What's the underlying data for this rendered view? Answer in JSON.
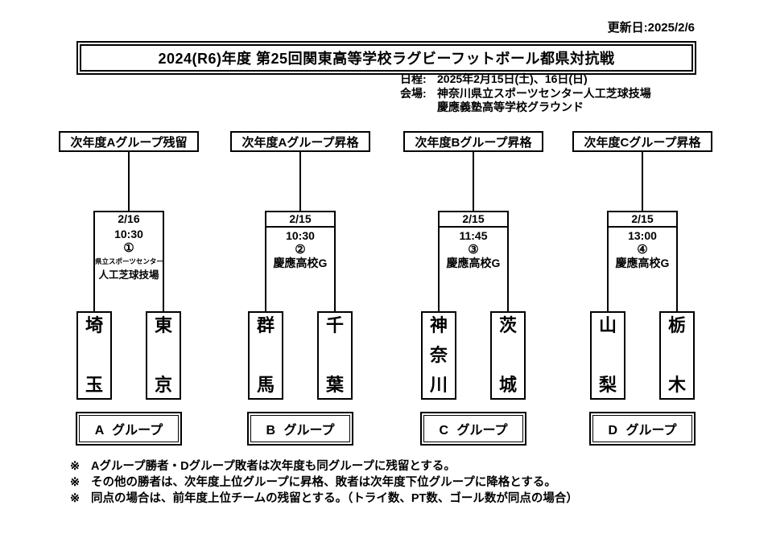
{
  "updated": "更新日:2025/2/6",
  "title": "2024(R6)年度 第25回関東高等学校ラグビーフットボール都県対抗戦",
  "info": {
    "schedule_label": "日程:",
    "schedule": "2025年2月15日(土)、16日(日)",
    "venue_label": "会場:",
    "venue_line1": "神奈川県立スポーツセンター人工芝球技場",
    "venue_line2": "慶應義塾高等学校グラウンド"
  },
  "brackets": [
    {
      "label": "次年度Aグループ残留",
      "date": "2/16",
      "time": "10:30",
      "match_no": "①",
      "venue_small": "県立スポーツセンター",
      "venue": "人工芝球技場",
      "team_left": "埼玉",
      "team_right": "東京",
      "group": "A グループ"
    },
    {
      "label": "次年度Aグループ昇格",
      "date": "2/15",
      "time": "10:30",
      "match_no": "②",
      "venue": "慶應高校G",
      "team_left": "群馬",
      "team_right": "千葉",
      "group": "B グループ"
    },
    {
      "label": "次年度Bグループ昇格",
      "date": "2/15",
      "time": "11:45",
      "match_no": "③",
      "venue": "慶應高校G",
      "team_left": "神奈川",
      "team_right": "茨城",
      "group": "C グループ"
    },
    {
      "label": "次年度Cグループ昇格",
      "date": "2/15",
      "time": "13:00",
      "match_no": "④",
      "venue": "慶應高校G",
      "team_left": "山梨",
      "team_right": "栃木",
      "group": "D グループ"
    }
  ],
  "notes": {
    "marker": "※",
    "items": [
      "Aグループ勝者・Dグループ敗者は次年度も同グループに残留とする。",
      "その他の勝者は、次年度上位グループに昇格、敗者は次年度下位グループに降格とする。",
      "同点の場合は、前年度上位チームの残留とする。（トライ数、PT数、ゴール数が同点の場合）"
    ]
  },
  "colors": {
    "ink": "#000000",
    "paper": "#ffffff"
  }
}
